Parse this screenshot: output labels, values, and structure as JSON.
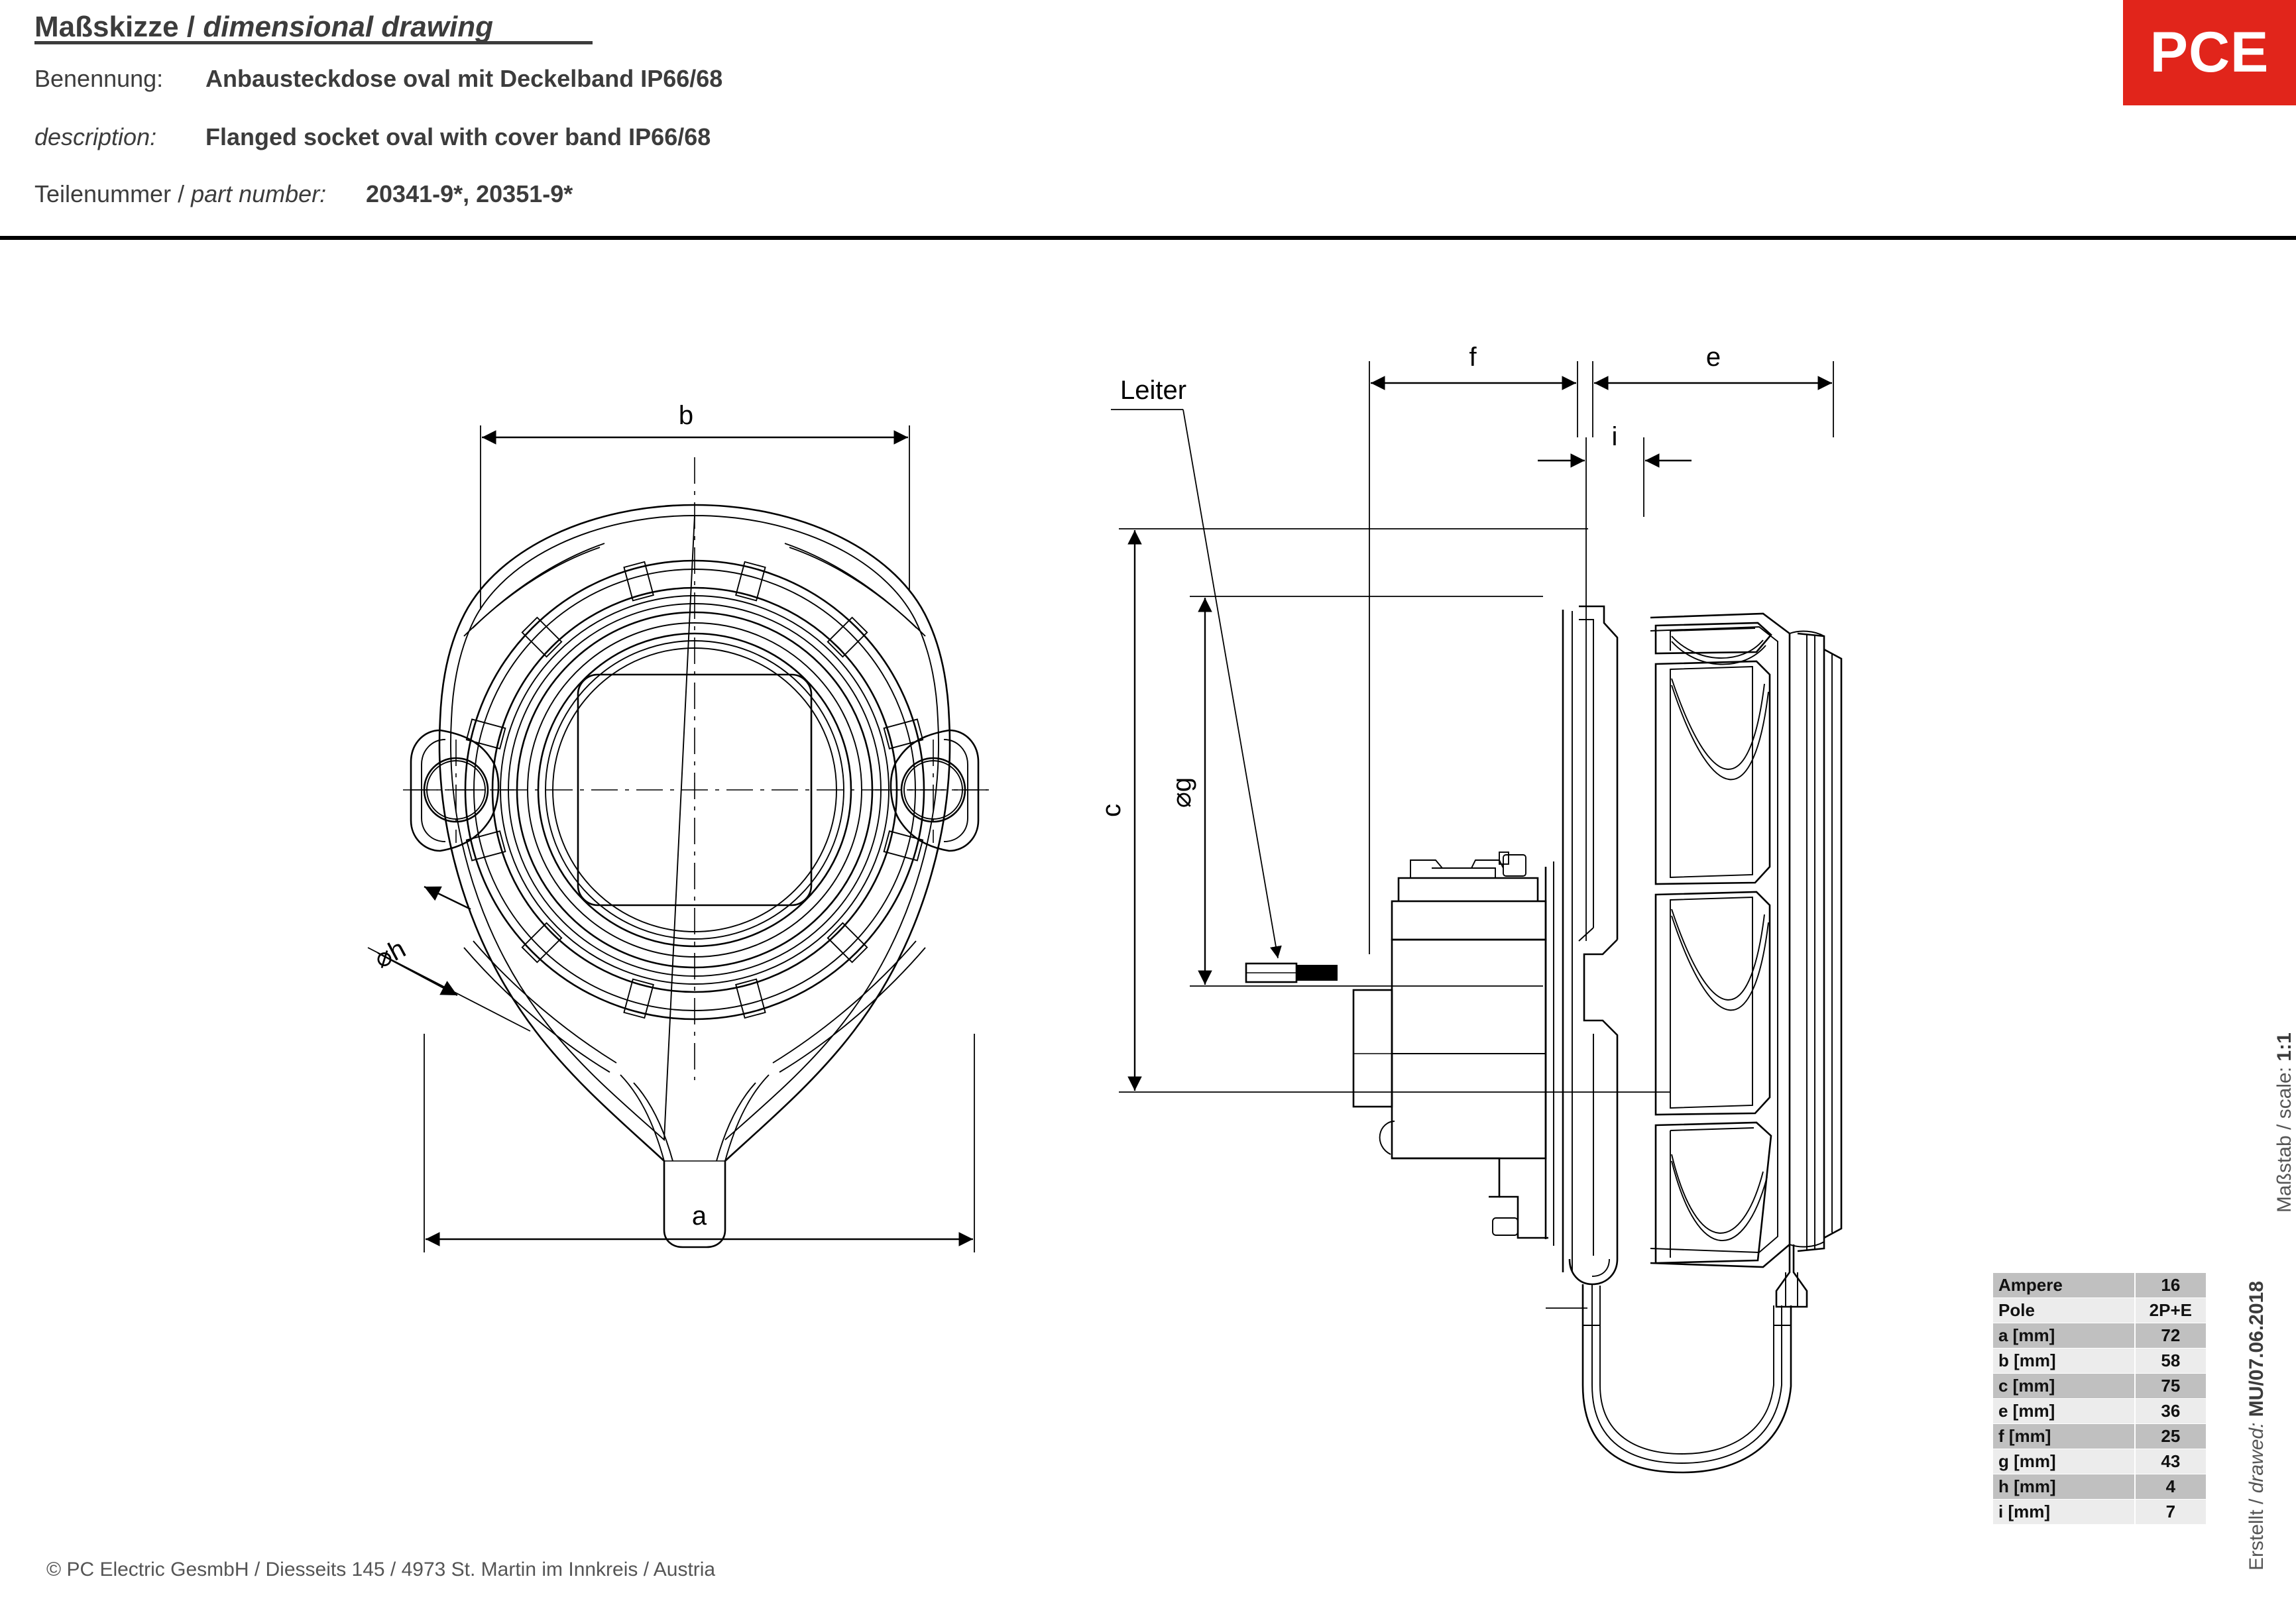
{
  "header": {
    "title_de": "Maßskizze",
    "title_sep": " / ",
    "title_en": "dimensional drawing",
    "benennung_label": "Benennung:",
    "benennung_value": "Anbausteckdose oval mit Deckelband IP66/68",
    "description_label": "description:",
    "description_value": "Flanged socket oval with cover band IP66/68",
    "partnumber_label": "Teilenummer / part number:",
    "partnumber_value": "20341-9*, 20351-9*"
  },
  "logo": {
    "text": "PCE",
    "color": "#e1251b"
  },
  "footer": {
    "copyright": "© PC Electric GesmbH / Diesseits 145 / 4973 St. Martin im Innkreis / Austria"
  },
  "side_text": {
    "scale_label": "Maßstab / scale:",
    "scale_value": "1:1",
    "drawn_label_de": "Erstellt / ",
    "drawn_label_en": "drawed:",
    "drawn_value": "MU/07.06.2018"
  },
  "spec_table": {
    "rows": [
      {
        "key": "Ampere",
        "value": "16"
      },
      {
        "key": "Pole",
        "value": "2P+E"
      },
      {
        "key": "a [mm]",
        "value": "72"
      },
      {
        "key": "b [mm]",
        "value": "58"
      },
      {
        "key": "c [mm]",
        "value": "75"
      },
      {
        "key": "e [mm]",
        "value": "36"
      },
      {
        "key": "f [mm]",
        "value": "25"
      },
      {
        "key": "g [mm]",
        "value": "43"
      },
      {
        "key": "h [mm]",
        "value": "4"
      },
      {
        "key": "i [mm]",
        "value": "7"
      }
    ]
  },
  "drawing": {
    "front_view": {
      "dim_b": "b",
      "dim_a": "a",
      "dim_h": "⌀h"
    },
    "side_view": {
      "dim_f": "f",
      "dim_e": "e",
      "dim_i": "i",
      "dim_c": "c",
      "dim_g": "⌀g",
      "leader_label": "Leiter"
    }
  }
}
